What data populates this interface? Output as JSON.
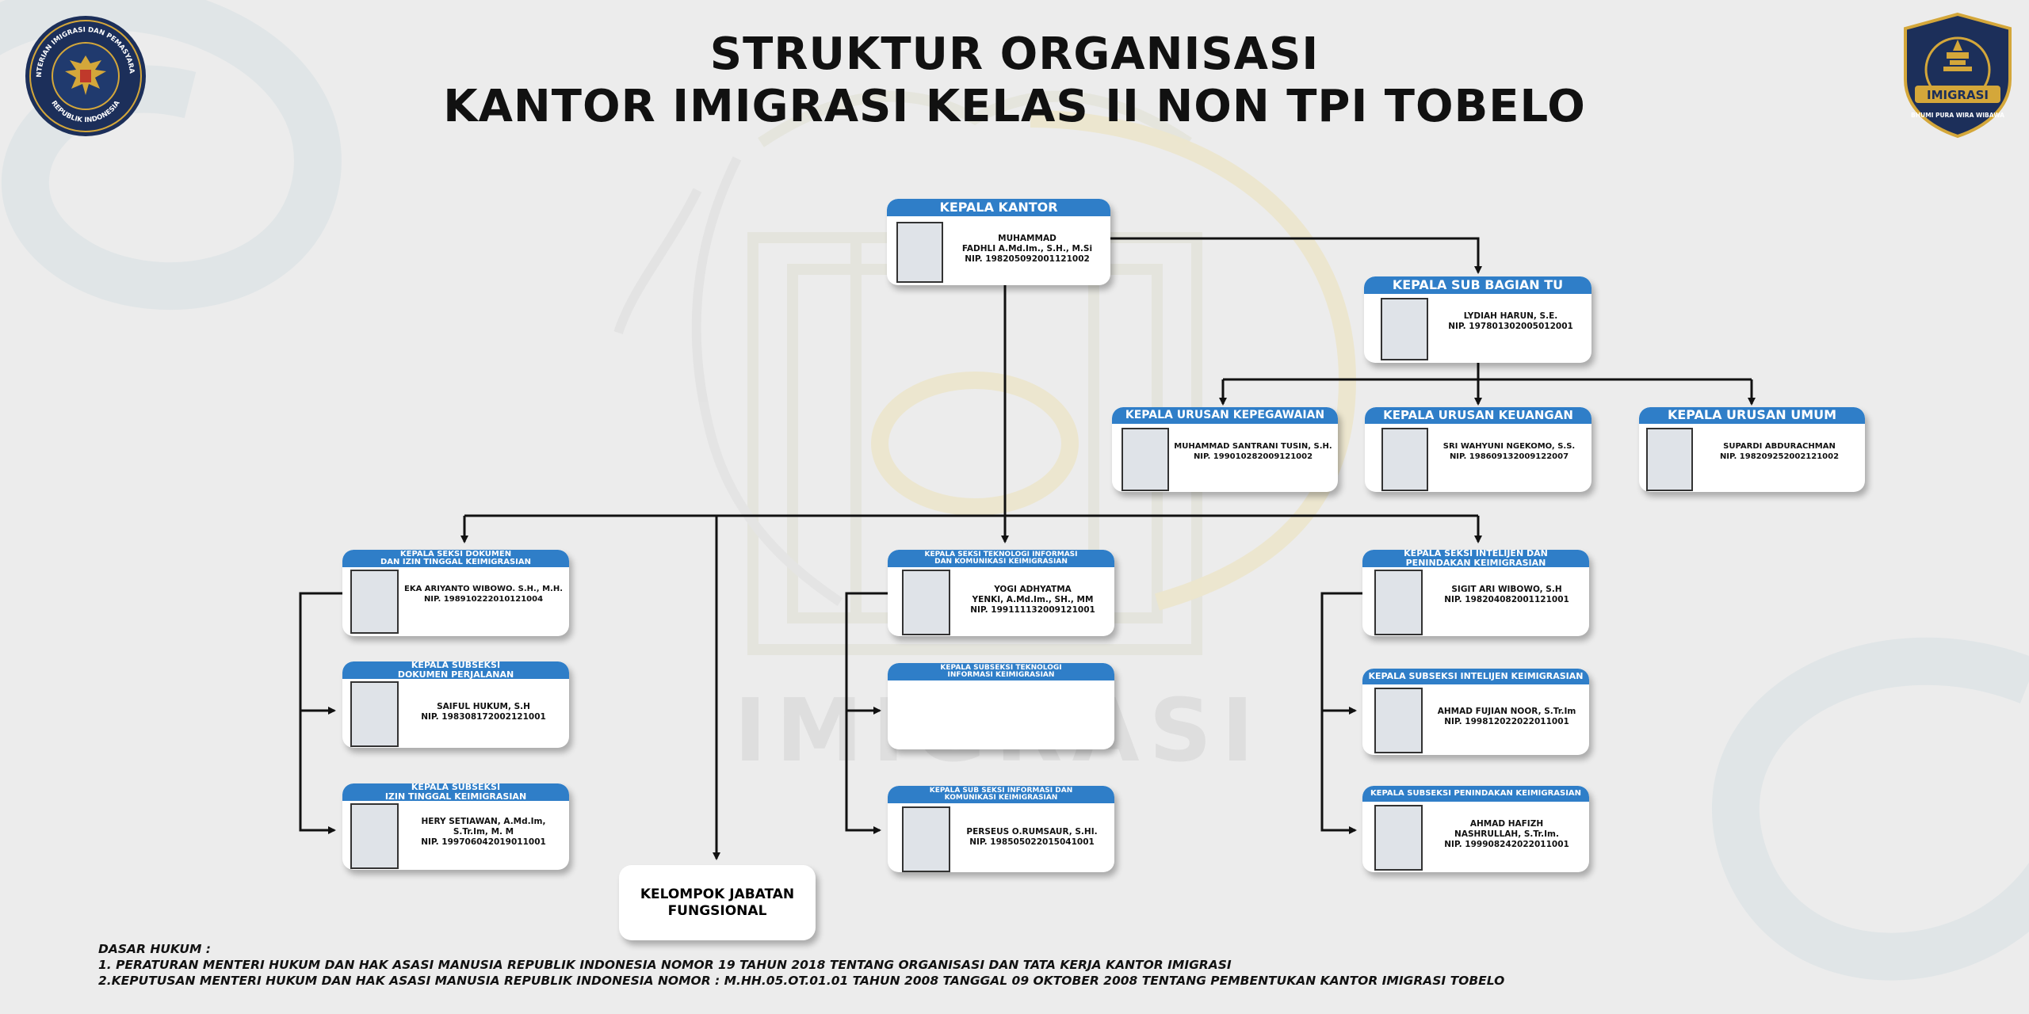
{
  "title": {
    "line1": "STRUKTUR ORGANISASI",
    "line2": "KANTOR IMIGRASI KELAS II NON TPI TOBELO"
  },
  "logos": {
    "left": {
      "text_top": "KEMENTERIAN IMIGRASI DAN PEMASYARAKATAN",
      "text_bottom": "REPUBLIK INDONESIA",
      "icon": "garuda-emblem"
    },
    "right": {
      "banner": "IMIGRASI",
      "motto": "BHUMI PURA WIRA WIBAWA",
      "icon": "imigrasi-emblem"
    }
  },
  "background": {
    "watermark": "IMIGRASI"
  },
  "colors": {
    "header_blue": "#2f7ec8",
    "background": "#ececec",
    "line": "#111111"
  },
  "boxes": {
    "kepala_kantor": {
      "title": "KEPALA KANTOR",
      "name": "MUHAMMAD\nFADHLI A.Md.Im., S.H., M.Si",
      "nip": "NIP. 198205092001121002"
    },
    "subbag_tu": {
      "title": "KEPALA SUB BAGIAN TU",
      "name": "LYDIAH HARUN, S.E.",
      "nip": "NIP. 197801302005012001"
    },
    "urusan_kepegawaian": {
      "title": "KEPALA URUSAN KEPEGAWAIAN",
      "name": "MUHAMMAD SANTRANI TUSIN, S.H.",
      "nip": "NIP. 199010282009121002"
    },
    "urusan_keuangan": {
      "title": "KEPALA URUSAN KEUANGAN",
      "name": "SRI WAHYUNI NGEKOMO, S.S.",
      "nip": "NIP. 198609132009122007"
    },
    "urusan_umum": {
      "title": "KEPALA URUSAN UMUM",
      "name": "SUPARDI ABDURACHMAN",
      "nip": "NIP. 198209252002121002"
    },
    "seksi_dokumen": {
      "title": "KEPALA SEKSI DOKUMEN\nDAN IZIN TINGGAL KEIMIGRASIAN",
      "name": "EKA ARIYANTO WIBOWO. S.H., M.H.",
      "nip": "NIP. 198910222010121004"
    },
    "subseksi_dokumen": {
      "title": "KEPALA SUBSEKSI\nDOKUMEN PERJALANAN",
      "name": "SAIFUL HUKUM, S.H",
      "nip": "NIP. 198308172002121001"
    },
    "subseksi_izin": {
      "title": "KEPALA SUBSEKSI\nIZIN TINGGAL KEIMIGRASIAN",
      "name": "HERY SETIAWAN, A.Md.Im,\nS.Tr.Im, M. M",
      "nip": "NIP. 199706042019011001"
    },
    "seksi_tik": {
      "title": "KEPALA SEKSI TEKNOLOGI INFORMASI\nDAN KOMUNIKASI KEIMIGRASIAN",
      "name": "YOGI ADHYATMA\nYENKI, A.Md.Im., SH., MM",
      "nip": "NIP. 199111132009121001"
    },
    "subseksi_ti": {
      "title": "KEPALA SUBSEKSI TEKNOLOGI\nINFORMASI KEIMIGRASIAN",
      "name": "",
      "nip": ""
    },
    "subseksi_info": {
      "title": "KEPALA SUB SEKSI INFORMASI DAN\nKOMUNIKASI KEIMIGRASIAN",
      "name": "PERSEUS O.RUMSAUR, S.HI.",
      "nip": "NIP. 198505022015041001"
    },
    "seksi_intel": {
      "title": "KEPALA SEKSI INTELIJEN DAN\nPENINDAKAN KEIMIGRASIAN",
      "name": "SIGIT ARI WIBOWO, S.H",
      "nip": "NIP. 198204082001121001"
    },
    "subseksi_intel": {
      "title": "KEPALA SUBSEKSI INTELIJEN KEIMIGRASIAN",
      "name": "AHMAD FUJIAN NOOR, S.Tr.Im",
      "nip": "NIP. 199812022022011001"
    },
    "subseksi_penindakan": {
      "title": "KEPALA SUBSEKSI PENINDAKAN KEIMIGRASIAN",
      "name": "AHMAD HAFIZH\nNASHRULLAH, S.Tr.Im.",
      "nip": "NIP. 199908242022011001"
    }
  },
  "fungsional": "KELOMPOK JABATAN\nFUNGSIONAL",
  "footer": {
    "heading": "DASAR HUKUM :",
    "line1": "1. PERATURAN MENTERI HUKUM DAN HAK ASASI MANUSIA REPUBLIK INDONESIA NOMOR 19 TAHUN 2018 TENTANG ORGANISASI DAN TATA KERJA KANTOR IMIGRASI",
    "line2": "2.KEPUTUSAN MENTERI HUKUM DAN HAK ASASI MANUSIA REPUBLIK INDONESIA NOMOR : M.HH.05.OT.01.01 TAHUN 2008 TANGGAL 09 OKTOBER 2008 TENTANG PEMBENTUKAN KANTOR IMIGRASI TOBELO"
  }
}
